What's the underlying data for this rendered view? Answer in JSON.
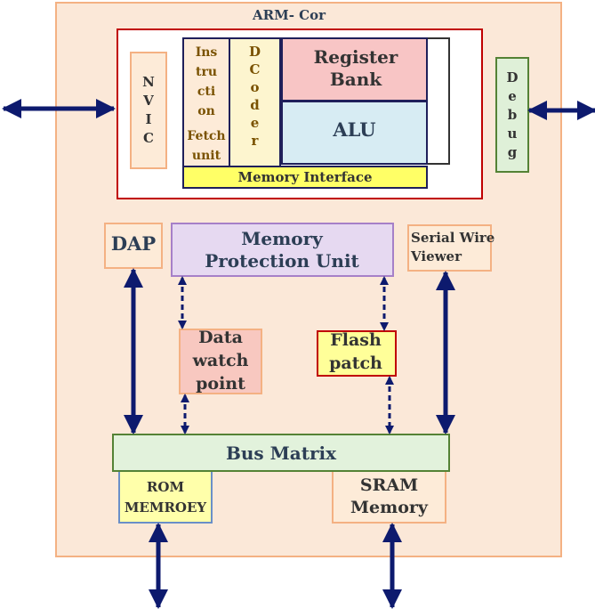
{
  "diagram": {
    "title": "ARM- Cor",
    "core": {
      "nvic": [
        "N",
        "V",
        "I",
        "C"
      ],
      "instruction_fetch": {
        "instruction": [
          "Ins",
          "tru",
          "cti",
          "on"
        ],
        "fetch_unit": [
          "Fetch",
          "unit"
        ]
      },
      "decoder": [
        "D",
        "C",
        "o",
        "d",
        "e",
        "r"
      ],
      "register_bank": "Register Bank",
      "alu": "ALU",
      "memory_interface": "Memory Interface"
    },
    "debug": [
      "D",
      "e",
      "b",
      "u",
      "g"
    ],
    "dap": "DAP",
    "mpu": "Memory Protection Unit",
    "serial_wire_viewer": "Serial Wire Viewer",
    "data_watchpoint": "Data watch point",
    "flash_patch": "Flash patch",
    "bus_matrix": "Bus Matrix",
    "rom": "ROM MEMROEY",
    "sram": "SRAM Memory",
    "colors": {
      "outer_bg": "#fbe8d8",
      "outer_border": "#f4b183",
      "core_border": "#c00000",
      "arrow": "#0d1a6e",
      "register_bank": "#f8c5c5",
      "alu": "#d7ecf3",
      "memory_interface": "#ffff66",
      "debug": "#dff0d8",
      "mpu": "#e6d9f1",
      "bus_matrix": "#e2f2dc",
      "rom": "#ffffaa",
      "data_watchpoint": "#f8c8c0",
      "flash_patch": "#ffff99"
    }
  }
}
